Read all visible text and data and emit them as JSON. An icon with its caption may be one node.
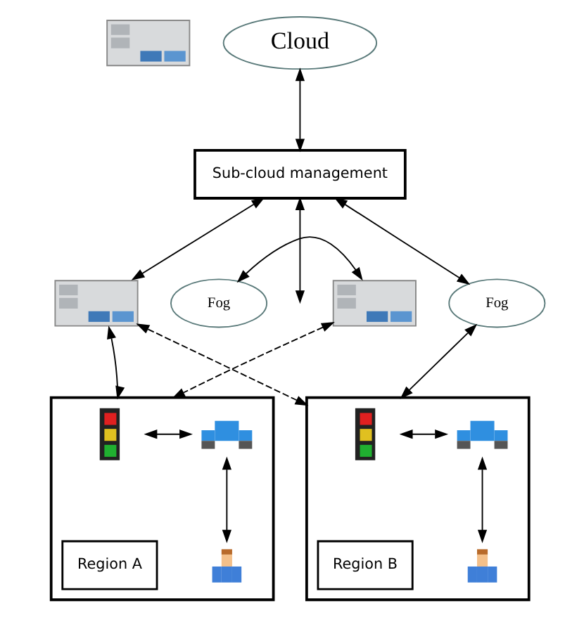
{
  "diagram": {
    "nodes": [
      {
        "text": [],
        "shape": "picture"
      },
      {
        "text": [
          "Cloud"
        ]
      },
      {
        "text": [
          "Sub-cloud management"
        ]
      },
      {
        "text": [],
        "shape": "picture"
      },
      {
        "text": [
          "Fog"
        ]
      },
      {
        "text": [],
        "shape": "picture"
      },
      {
        "text": [
          "Fog"
        ]
      },
      {
        "text": [],
        "shape": "box"
      },
      {
        "text": [],
        "shape": "picture",
        "in": 7
      },
      {
        "text": [],
        "shape": "picture",
        "in": 7
      },
      {
        "text": [
          "Region A"
        ],
        "in": 7
      },
      {
        "text": [],
        "shape": "person",
        "in": 7
      },
      {
        "text": [],
        "shape": "box"
      },
      {
        "text": [],
        "shape": "picture",
        "in": 12
      },
      {
        "text": [],
        "shape": "picture",
        "in": 12
      },
      {
        "text": [
          "Region B"
        ],
        "in": 12
      },
      {
        "text": [],
        "shape": "person",
        "in": 12
      }
    ],
    "edges": [
      {
        "from": 1,
        "to": 2,
        "arrow": "both"
      },
      {
        "from": 2,
        "to": 3,
        "arrow": "both"
      },
      {
        "from": 2,
        "to": null,
        "arrow": "both"
      },
      {
        "from": 2,
        "to": 6,
        "arrow": "both"
      },
      {
        "from": 4,
        "to": 5,
        "arrow": "both"
      },
      {
        "from": 3,
        "to": 12,
        "arrow": "both",
        "style": "dashed"
      },
      {
        "from": 5,
        "to": 7,
        "arrow": "both",
        "style": "dashed"
      },
      {
        "from": 3,
        "to": 7,
        "arrow": "both"
      },
      {
        "from": 6,
        "to": 12,
        "arrow": "both"
      },
      {
        "from": 8,
        "to": 9,
        "arrow": "both"
      },
      {
        "from": 9,
        "to": 11,
        "arrow": "both"
      },
      {
        "from": 13,
        "to": 14,
        "arrow": "both"
      },
      {
        "from": 14,
        "to": 16,
        "arrow": "both"
      }
    ]
  }
}
